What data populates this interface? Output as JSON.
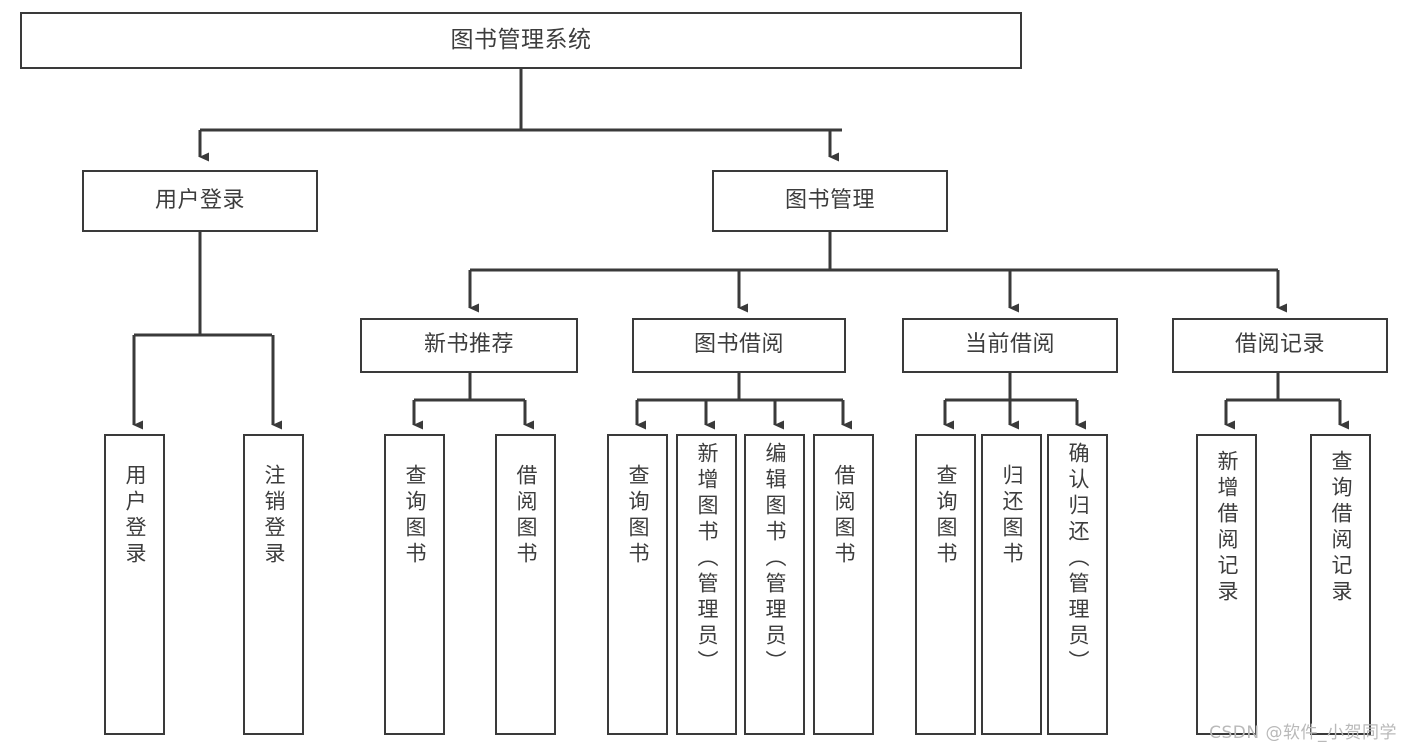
{
  "diagram": {
    "title": "图书管理系统",
    "type": "hierarchy-tree",
    "colors": {
      "box_border": "#3a3a3a",
      "box_fill": "#ffffff",
      "connector": "#3a3a3a",
      "text": "#3d3d3d",
      "watermark": "#b9b9b9",
      "background": "#ffffff"
    },
    "root": {
      "label": "图书管理系统"
    },
    "level1": [
      {
        "label": "用户登录"
      },
      {
        "label": "图书管理"
      }
    ],
    "level2": [
      {
        "label": "新书推荐"
      },
      {
        "label": "图书借阅"
      },
      {
        "label": "当前借阅"
      },
      {
        "label": "借阅记录"
      }
    ],
    "leaves": {
      "user_login": [
        {
          "label": "用户登录"
        },
        {
          "label": "注销登录"
        }
      ],
      "new_book_recommend": [
        {
          "label": "查询图书"
        },
        {
          "label": "借阅图书"
        }
      ],
      "book_borrow": [
        {
          "label": "查询图书"
        },
        {
          "label": "新增图书（管理员）"
        },
        {
          "label": "编辑图书（管理员）"
        },
        {
          "label": "借阅图书"
        }
      ],
      "current_borrow": [
        {
          "label": "查询图书"
        },
        {
          "label": "归还图书"
        },
        {
          "label": "确认归还（管理员）"
        }
      ],
      "borrow_record": [
        {
          "label": "新增借阅记录"
        },
        {
          "label": "查询借阅记录"
        }
      ]
    }
  },
  "watermark": {
    "text": "CSDN @软件_小贺同学"
  }
}
